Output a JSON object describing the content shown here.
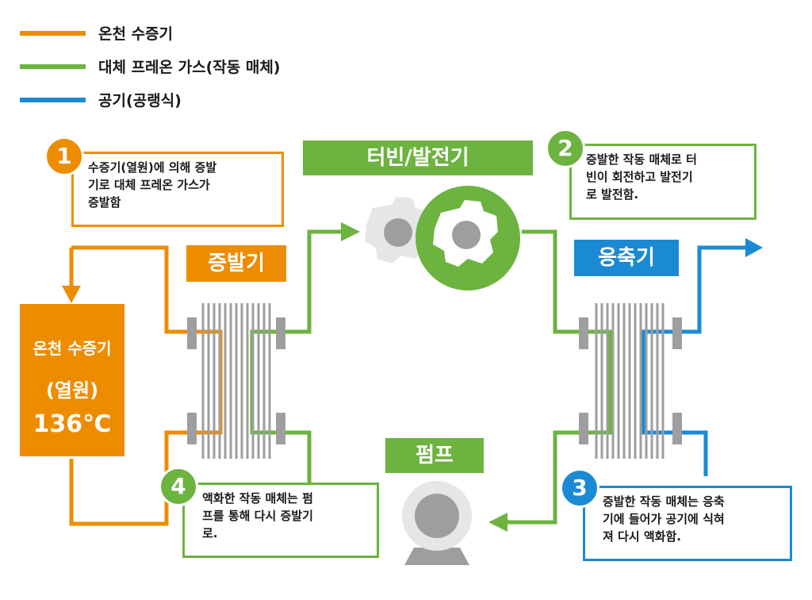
{
  "legend": [
    {
      "label": "온천 수증기",
      "color": "#ee8c00"
    },
    {
      "label": "대체 프레온 가스(작동 매체)",
      "color": "#6cb33f"
    },
    {
      "label": "공기(공랭식)",
      "color": "#1a8ad4"
    }
  ],
  "components": {
    "turbine": "터빈/발전기",
    "evaporator": "증발기",
    "condenser": "응축기",
    "pump": "펌프"
  },
  "source": {
    "line1": "온천 수증기",
    "line2": "(열원)",
    "temperature": "136℃"
  },
  "steps": [
    {
      "number": "1",
      "lines": [
        "수증기(열원)에 의해 증발",
        "기로 대체 프레온 가스가",
        "증발함"
      ],
      "color": "#ee8c00"
    },
    {
      "number": "2",
      "lines": [
        "증발한 작동 매체로 터",
        "빈이 회전하고 발전기",
        "로 발전함."
      ],
      "color": "#6cb33f"
    },
    {
      "number": "3",
      "lines": [
        "증발한 작동 매체는 응축",
        "기에 들어가 공기에 식혀",
        "져 다시 액화함."
      ],
      "color": "#1a8ad4"
    },
    {
      "number": "4",
      "lines": [
        "액화한 작동 매체는 펌",
        "프를 통해 다시 증발기",
        "로."
      ],
      "color": "#6cb33f"
    }
  ],
  "colors": {
    "orange": "#ee8c00",
    "green": "#6cb33f",
    "blue": "#1a8ad4",
    "gray": "#9e9e9e",
    "light_gray": "#e6e6e6"
  }
}
